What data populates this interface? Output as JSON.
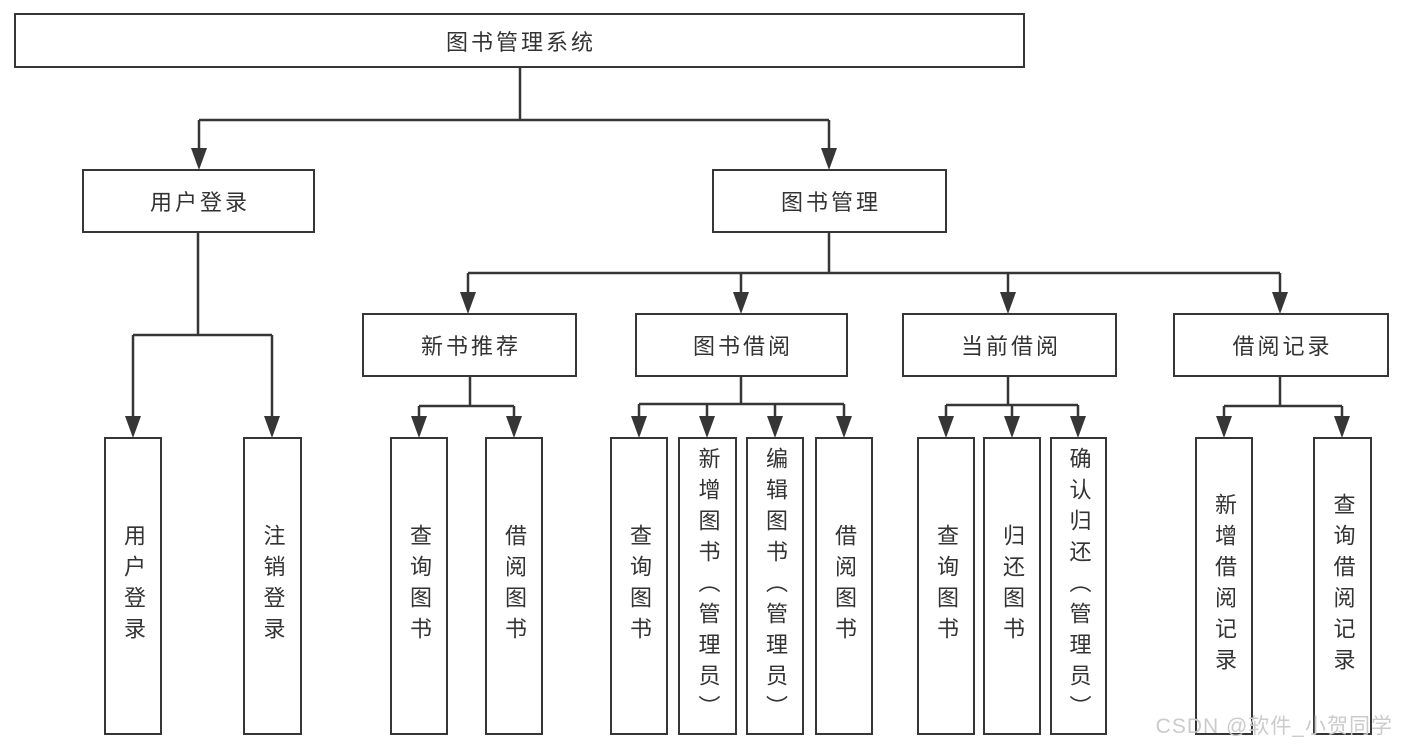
{
  "diagram": {
    "tree": {
      "label": "图书管理系统",
      "children": [
        {
          "label": "用户登录",
          "children": [
            {
              "label": "用户登录"
            },
            {
              "label": "注销登录"
            }
          ]
        },
        {
          "label": "图书管理",
          "children": [
            {
              "label": "新书推荐",
              "children": [
                {
                  "label": "查询图书"
                },
                {
                  "label": "借阅图书"
                }
              ]
            },
            {
              "label": "图书借阅",
              "children": [
                {
                  "label": "查询图书"
                },
                {
                  "label": "新增图书（管理员）"
                },
                {
                  "label": "编辑图书（管理员）"
                },
                {
                  "label": "借阅图书"
                }
              ]
            },
            {
              "label": "当前借阅",
              "children": [
                {
                  "label": "查询图书"
                },
                {
                  "label": "归还图书"
                },
                {
                  "label": "确认归还（管理员）"
                }
              ]
            },
            {
              "label": "借阅记录",
              "children": [
                {
                  "label": "新增借阅记录"
                },
                {
                  "label": "查询借阅记录"
                }
              ]
            }
          ]
        }
      ]
    },
    "colors": {
      "line": "#363636",
      "box_border": "#363636",
      "text": "#333333",
      "background": "#ffffff",
      "watermark": "#cbcbcb"
    }
  },
  "watermark": {
    "text": "CSDN @软件_小贺同学"
  }
}
